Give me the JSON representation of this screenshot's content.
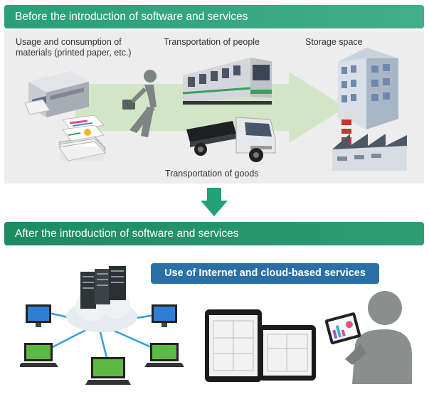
{
  "before": {
    "banner_title": "Before the introduction of software and services",
    "labels": {
      "materials": "Usage and consumption of\nmaterials (printed paper, etc.)",
      "people": "Transportation of people",
      "storage": "Storage space",
      "goods": "Transportation of goods"
    }
  },
  "after": {
    "banner_title": "After the introduction of software and services",
    "services_label": "Use of Internet and cloud-based services"
  },
  "colors": {
    "banner_green": "#2a9f77",
    "panel_gray": "#ededed",
    "arrow_green": "#22a276",
    "pill_blue": "#2a70a6",
    "person_gray": "#8a8f8e"
  }
}
